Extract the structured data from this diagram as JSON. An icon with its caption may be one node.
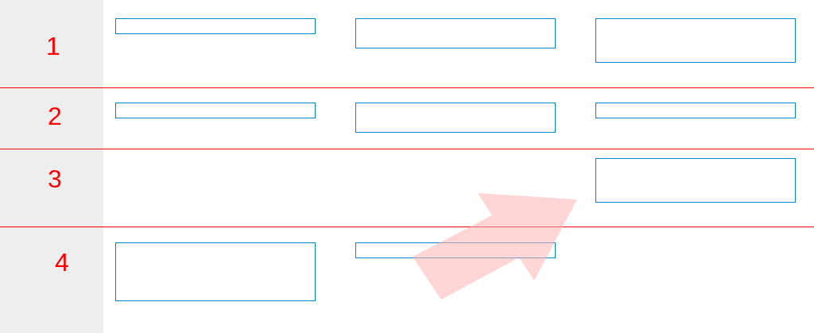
{
  "diagram": {
    "nodes": [
      {
        "text": [],
        "shape": "box"
      },
      {
        "text": [],
        "shape": "box"
      },
      {
        "text": [],
        "shape": "box"
      },
      {
        "text": [],
        "shape": "box"
      },
      {
        "text": [],
        "shape": "box"
      },
      {
        "text": [],
        "shape": "box"
      },
      {
        "text": [],
        "shape": "box"
      },
      {
        "text": [],
        "shape": "box"
      },
      {
        "text": [],
        "shape": "box"
      }
    ],
    "labels": [
      "1",
      "2",
      "3",
      "4"
    ]
  }
}
